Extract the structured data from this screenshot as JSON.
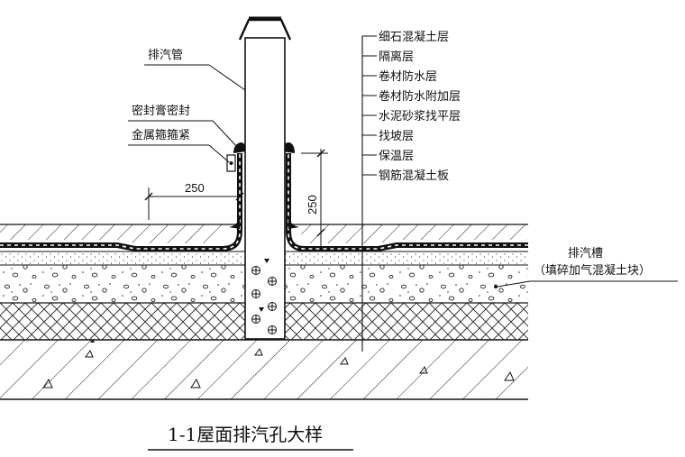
{
  "title": "1-1屋面排汽孔大样",
  "labels": {
    "vent_pipe": "排汽管",
    "sealant": "密封膏密封",
    "metal_hoop": "金属箍箍紧",
    "vent_groove_1": "排汽槽",
    "vent_groove_2": "（填碎加气混凝土块）"
  },
  "layers": [
    "细石混凝土层",
    "隔离层",
    "卷材防水层",
    "卷材防水附加层",
    "水泥砂浆找平层",
    "找坡层",
    "保温层",
    "钢筋混凝土板"
  ],
  "dimensions": {
    "horizontal": "250",
    "vertical": "250"
  }
}
